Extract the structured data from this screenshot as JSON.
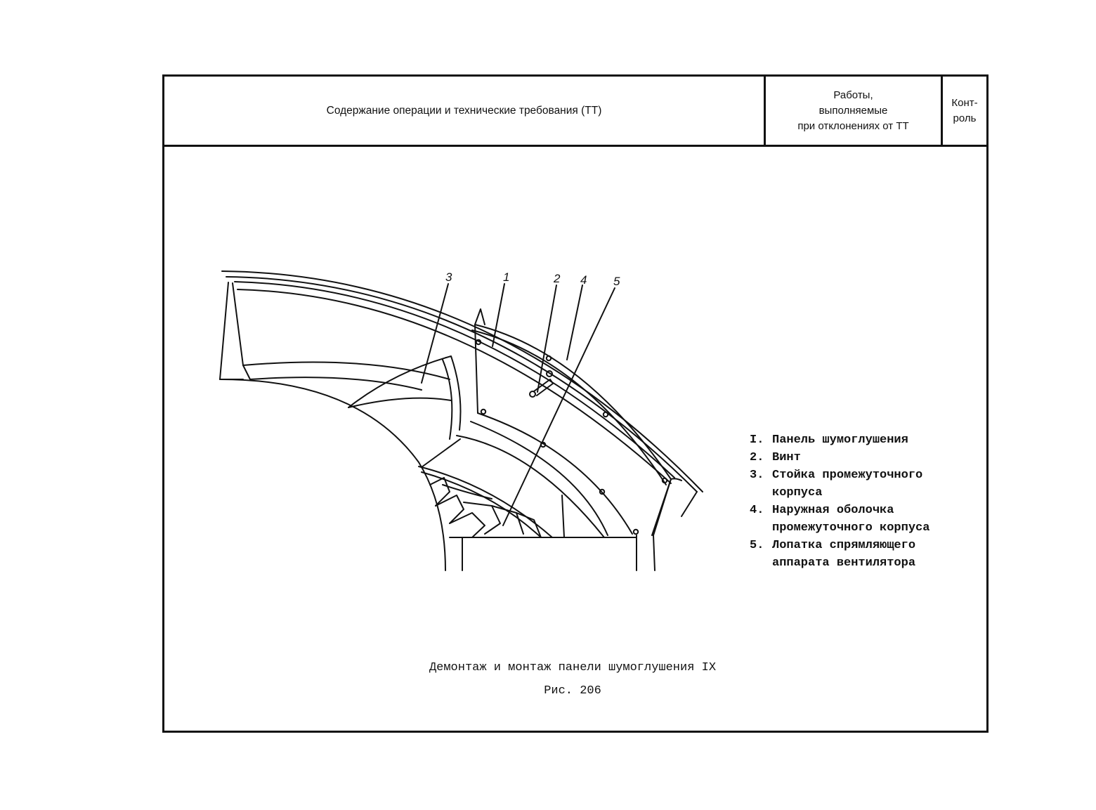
{
  "header": {
    "operation_col": "Содержание операции и технические требования (ТТ)",
    "deviation_col": "Работы,\nвыполняемые\nпри отклонениях от ТТ",
    "control_col": "Конт-\nроль"
  },
  "callouts": [
    "3",
    "1",
    "2",
    "4",
    "5"
  ],
  "legend": [
    {
      "num": "I.",
      "text": "Панель шумоглушения"
    },
    {
      "num": "2.",
      "text": "Винт"
    },
    {
      "num": "3.",
      "text": "Стойка промежуточного\nкорпуса"
    },
    {
      "num": "4.",
      "text": "Наружная оболочка\nпромежуточного корпуса"
    },
    {
      "num": "5.",
      "text": "Лопатка спрямляющего\nаппарата вентилятора"
    }
  ],
  "caption": {
    "title": "Демонтаж и монтаж панели шумоглушения IX",
    "figure": "Рис. 206"
  }
}
